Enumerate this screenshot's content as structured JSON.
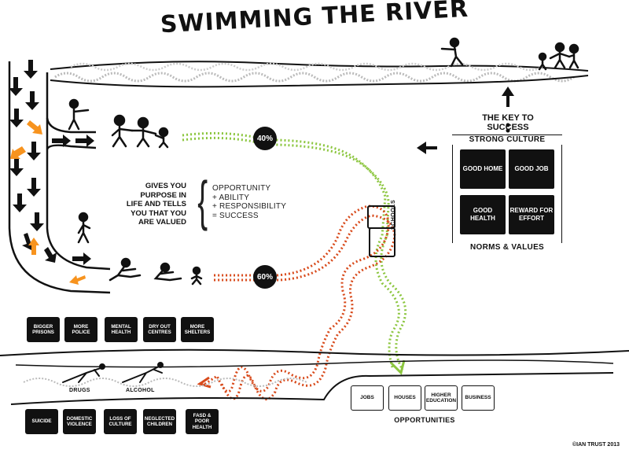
{
  "title": "SWIMMING THE RIVER",
  "key": {
    "title": "THE KEY TO SUCCESS",
    "top_label": "STRONG CULTURE",
    "bottom_label": "NORMS & VALUES",
    "boxes": [
      "GOOD HOME",
      "GOOD JOB",
      "GOOD HEALTH",
      "REWARD FOR EFFORT"
    ]
  },
  "purpose_text": [
    "GIVES YOU",
    "PURPOSE IN",
    "LIFE AND TELLS",
    "YOU THAT YOU",
    "ARE VALUED"
  ],
  "formula": [
    "OPPORTUNITY",
    "+ ABILITY",
    "+ RESPONSIBILITY",
    "= SUCCESS"
  ],
  "percent_top": "40%",
  "percent_bottom": "60%",
  "schools_label": "SCHOOLS",
  "services": [
    "BIGGER PRISONS",
    "MORE POLICE",
    "MENTAL HEALTH",
    "DRY OUT CENTRES",
    "MORE SHELTERS"
  ],
  "problems": [
    "SUICIDE",
    "DOMESTIC VIOLENCE",
    "LOSS OF CULTURE",
    "NEGLECTED CHILDREN",
    "FASD & POOR HEALTH"
  ],
  "drowning_labels": [
    "DRUGS",
    "ALCOHOL"
  ],
  "opportunities": [
    "JOBS",
    "HOUSES",
    "HIGHER EDUCATION",
    "BUSINESS"
  ],
  "opportunities_label": "OPPORTUNITIES",
  "copyright": "©IAN TRUST 2013",
  "colors": {
    "green_path": "#8cc63f",
    "red_path": "#d84a1b",
    "orange_arrow": "#f7931e",
    "ink": "#111111"
  },
  "icons": [
    "down-arrow-icon",
    "orange-arrow-icon",
    "stick-figure-icon",
    "up-arrow-icon",
    "left-arrow-icon"
  ]
}
